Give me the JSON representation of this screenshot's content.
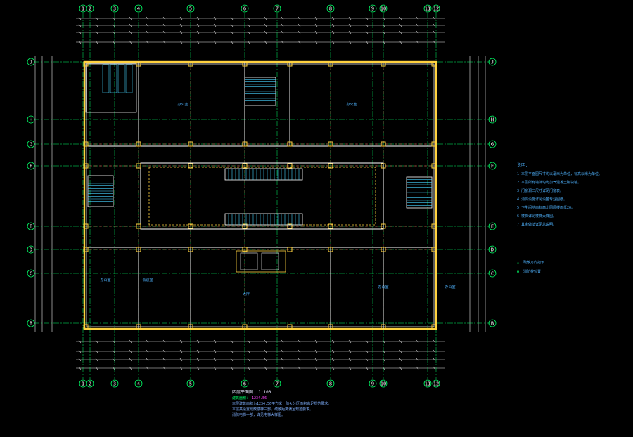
{
  "grid_top": [
    "1",
    "2",
    "3",
    "4",
    "5",
    "6",
    "7",
    "8",
    "9",
    "10",
    "11",
    "12"
  ],
  "grid_bottom": [
    "1",
    "2",
    "3",
    "4",
    "5",
    "6",
    "7",
    "8",
    "9",
    "10",
    "11",
    "12"
  ],
  "grid_left": [
    "J",
    "H",
    "G",
    "F",
    "E",
    "D",
    "C",
    "B"
  ],
  "grid_right": [
    "J",
    "H",
    "G",
    "F",
    "E",
    "D",
    "C",
    "B"
  ],
  "notes": {
    "title": "说明：",
    "items": [
      "1  本层平面图尺寸均以毫米为单位，标高以米为单位。",
      "2  本层所有墙体均为加气混凝土砌块墙。",
      "3  门窗洞口尺寸详见门窗表。",
      "4  消防设施详见设备专业图纸。",
      "5  卫生间地面标高比同层楼面低20。",
      "6  楼梯详见楼梯大样图。",
      "7  其余做法详见总说明。"
    ]
  },
  "legend": [
    {
      "symbol": "triangle",
      "label": "疏散方向指示"
    },
    {
      "symbol": "circle",
      "label": "消防栓位置"
    }
  ],
  "rooms": [
    "办公室",
    "办公室",
    "会议室",
    "大厅",
    "办公室",
    "办公室",
    "办公室"
  ],
  "title_block": {
    "name": "四层平面图",
    "scale": "1:100",
    "area_label": "建筑面积：",
    "area_value": "1234.56",
    "line1": "本层建筑面积为1234.56平方米，防火分区面积满足规范要求。",
    "line2": "本层共设置疏散楼梯三部，疏散距离满足规范要求。",
    "line3": "消防电梯一部，详见电梯大样图。"
  },
  "colors": {
    "axis": "#00ff66",
    "wall": "#ffffff",
    "column": "#ffd23f",
    "hatch": "#ff3b3b",
    "dim": "#e8e8e8",
    "text": "#4fb3ff",
    "dashed": "#ff5a5a",
    "stair": "#47d4ff"
  }
}
